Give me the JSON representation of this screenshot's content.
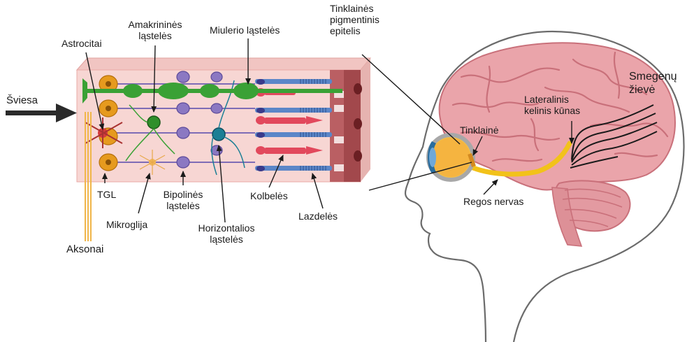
{
  "labels": {
    "sviesa": "Šviesa",
    "astrocitai": "Astrocitai",
    "amakrinines": "Amakrininės\nląstelės",
    "miulerio": "Miulerio ląstelės",
    "tinklaines_epitelis": "Tinklainės\npigmentinis\nepitelis",
    "tgl": "TGL",
    "bipolines": "Bipolinės\nląstelės",
    "mikroglija": "Mikroglija",
    "horizontalios": "Horizontalios\nląstelės",
    "kolbeles": "Kolbelės",
    "lazdeles": "Lazdelės",
    "aksonai": "Aksonai",
    "tinklaine": "Tinklainė",
    "regos_nervas": "Regos nervas",
    "lateralinis": "Lateralinis\nkelinis kūnas",
    "smegenu_zieve": "Smegenų\nžievė"
  },
  "colors": {
    "tissue": "#f6d3d0",
    "tissue_edge": "#e9a9a6",
    "muller_green": "#3aa135",
    "ganglion_orange": "#e69a1e",
    "bipolar_purple": "#8b78c2",
    "horizontal_teal": "#1b7f95",
    "cone_red": "#e2485c",
    "rod_blue": "#5b86c8",
    "epithelium": "#a2484c",
    "brain_pink": "#e8a0a6",
    "brain_fold": "#c9707a",
    "optic_nerve": "#f2c21a",
    "skin_outline": "#6b6b6b"
  }
}
